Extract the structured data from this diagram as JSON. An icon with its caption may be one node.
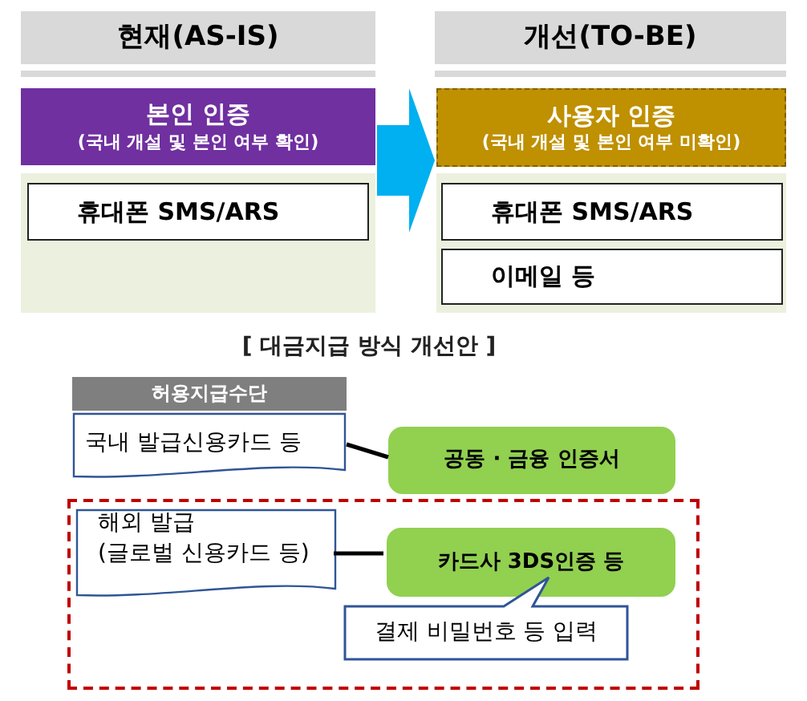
{
  "diagram": {
    "title": "[ 대금지급 방식 개선안 ]",
    "nodes": [
      {
        "text": [
          "현재(AS-IS)"
        ]
      },
      {
        "text": [
          "본인 인증",
          "(국내 개설 및 본인 여부 확인)"
        ]
      },
      {
        "text": [
          "휴대폰 SMS/ARS"
        ]
      },
      {
        "text": [
          "개선(TO-BE)"
        ]
      },
      {
        "text": [
          "사용자 인증",
          "(국내 개설 및 본인 여부 미확인)"
        ]
      },
      {
        "text": [
          "휴대폰 SMS/ARS"
        ]
      },
      {
        "text": [
          "이메일 등"
        ]
      },
      {
        "text": [
          "허용지급수단"
        ]
      },
      {
        "text": [
          "국내 발급신용카드 등"
        ]
      },
      {
        "text": [
          "공동 · 금융 인증서"
        ]
      },
      {
        "text": [],
        "shape": "box"
      },
      {
        "text": [
          "해외 발급",
          "(글로벌 신용카드 등)"
        ],
        "in": 10
      },
      {
        "text": [
          "카드사 3DS인증 등"
        ],
        "in": 10
      },
      {
        "text": [
          "결제 비밀번호 등 입력"
        ],
        "in": 10
      }
    ],
    "edges": [
      {
        "from": 1,
        "to": 4,
        "arrow": "to"
      },
      {
        "from": 8,
        "to": 9,
        "arrow": "none"
      },
      {
        "from": 11,
        "to": 12,
        "arrow": "none"
      }
    ]
  }
}
